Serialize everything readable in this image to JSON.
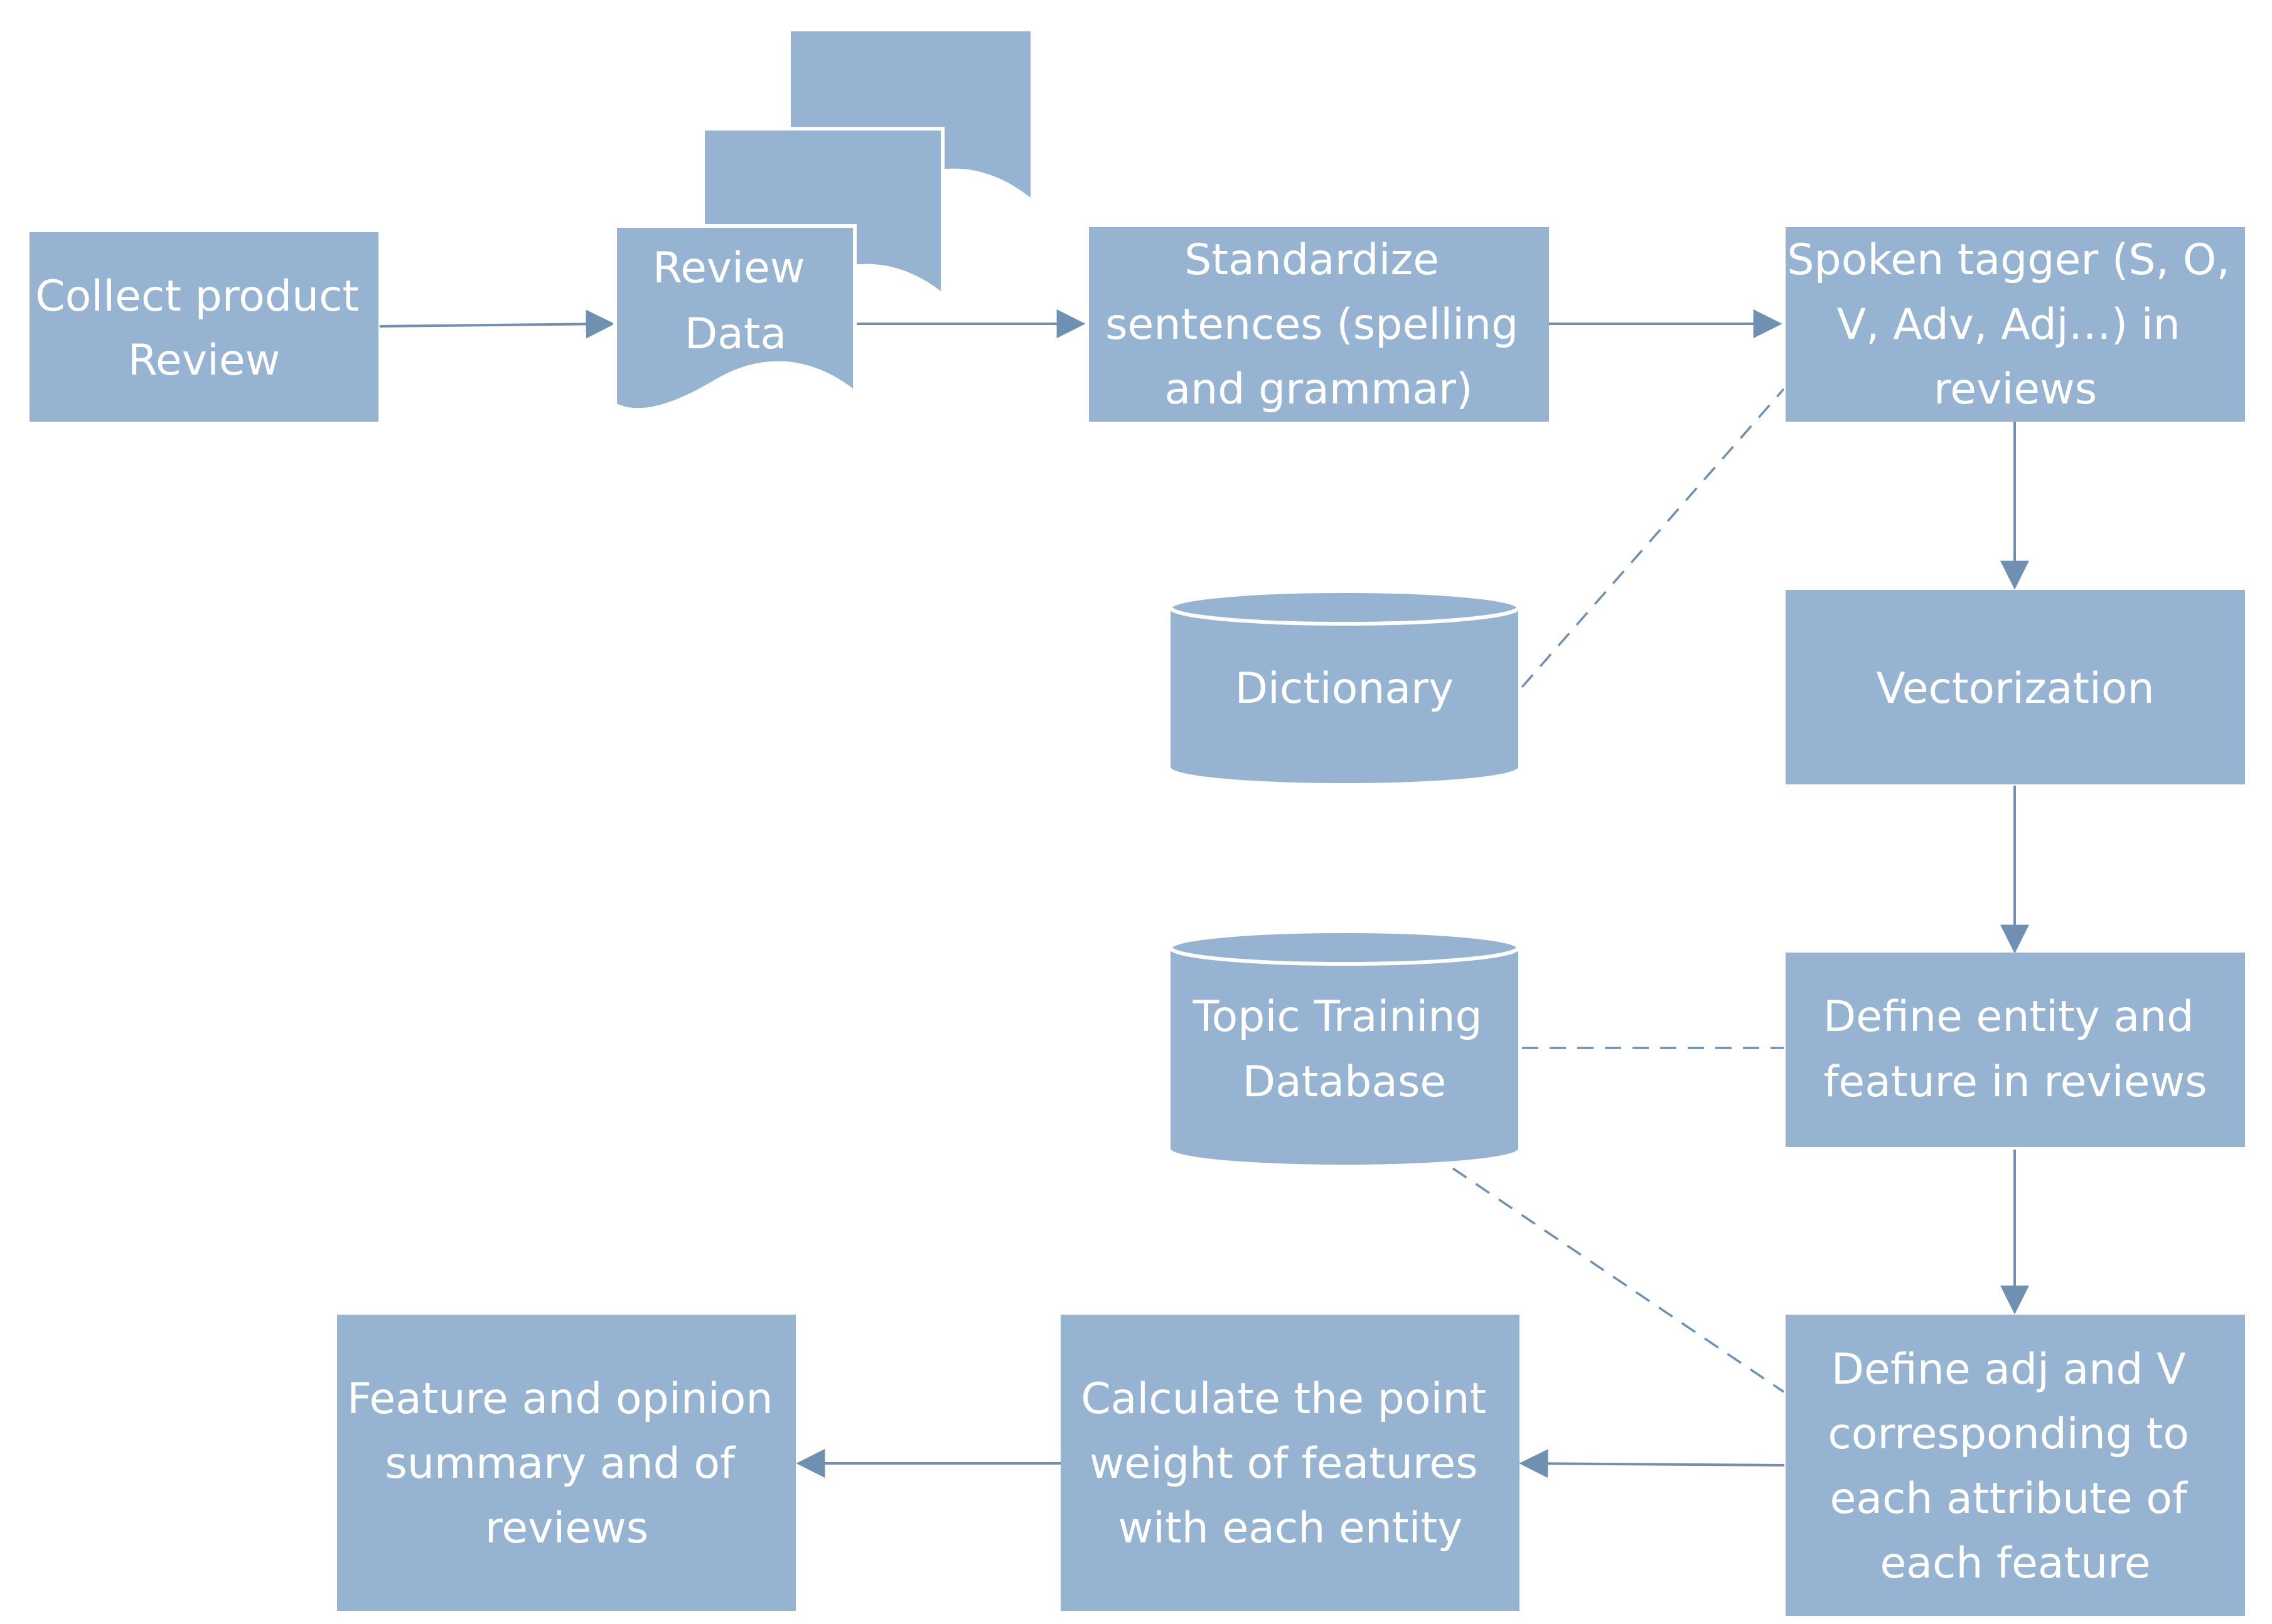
{
  "nodes": {
    "collect_review": [
      "Collect product",
      "Review"
    ],
    "review_data": [
      "Review",
      "Data"
    ],
    "standardize": [
      "Standardize",
      "sentences (spelling",
      "and grammar)"
    ],
    "spoken_tagger": [
      "Spoken tagger (S, O,",
      "V, Adv, Adj…) in",
      "reviews"
    ],
    "dictionary": [
      "Dictionary"
    ],
    "vectorization": [
      "Vectorization"
    ],
    "topic_db": [
      "Topic Training",
      "Database"
    ],
    "define_entity": [
      "Define entity and",
      "feature in reviews"
    ],
    "define_adj": [
      "Define adj and V",
      "corresponding to",
      "each attribute of",
      "each feature"
    ],
    "calculate_weight": [
      "Calculate the point",
      "weight of features",
      "with each entity"
    ],
    "summary": [
      "Feature and opinion",
      "summary and of",
      "reviews"
    ]
  },
  "colors": {
    "node_fill": "#96b4d2",
    "connector": "#6f90b1",
    "text": "#ffffff"
  }
}
